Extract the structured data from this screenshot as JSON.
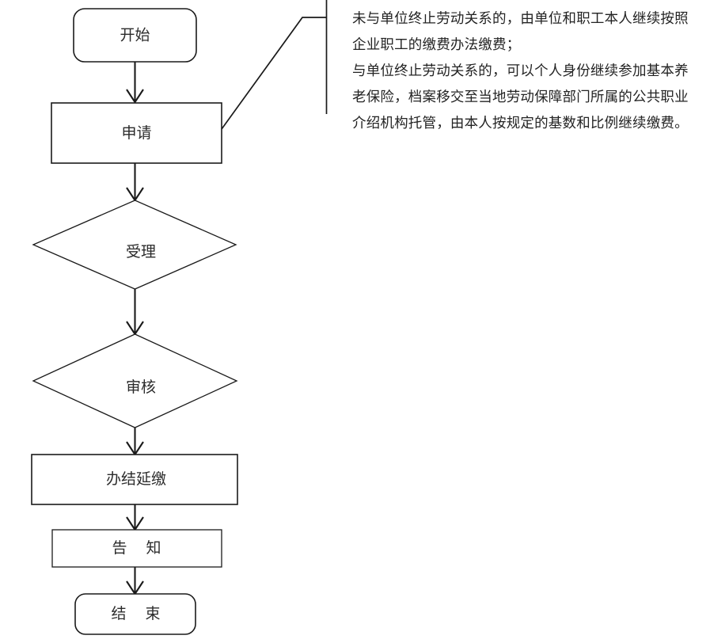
{
  "diagram": {
    "type": "flowchart",
    "orientation": "vertical",
    "nodes": [
      {
        "id": "start",
        "label": "开始",
        "shape": "rounded-rectangle"
      },
      {
        "id": "apply",
        "label": "申请",
        "shape": "rectangle"
      },
      {
        "id": "accept",
        "label": "受理",
        "shape": "diamond"
      },
      {
        "id": "review",
        "label": "审核",
        "shape": "diamond"
      },
      {
        "id": "complete",
        "label": "办结延缴",
        "shape": "rectangle"
      },
      {
        "id": "notify",
        "label": "告 知",
        "shape": "rectangle"
      },
      {
        "id": "end",
        "label": "结 束",
        "shape": "rounded-rectangle"
      }
    ],
    "edges": [
      {
        "from": "start",
        "to": "apply",
        "style": "arrow"
      },
      {
        "from": "apply",
        "to": "accept",
        "style": "arrow"
      },
      {
        "from": "accept",
        "to": "review",
        "style": "arrow"
      },
      {
        "from": "review",
        "to": "complete",
        "style": "arrow"
      },
      {
        "from": "complete",
        "to": "notify",
        "style": "arrow"
      },
      {
        "from": "notify",
        "to": "end",
        "style": "arrow"
      },
      {
        "from": "apply",
        "to": "note",
        "style": "leader-line"
      }
    ]
  },
  "note": {
    "text": "未与单位终止劳动关系的，由单位和职工本人继续按照企业职工的缴费办法缴费；\n与单位终止劳动关系的，可以个人身份继续参加基本养老保险，档案移交至当地劳动保障部门所属的公共职业介绍机构托管，由本人按规定的基数和比例继续缴费。"
  },
  "colors": {
    "stroke": "#1a1a1a",
    "text": "#2b2b2b",
    "background": "#ffffff"
  }
}
